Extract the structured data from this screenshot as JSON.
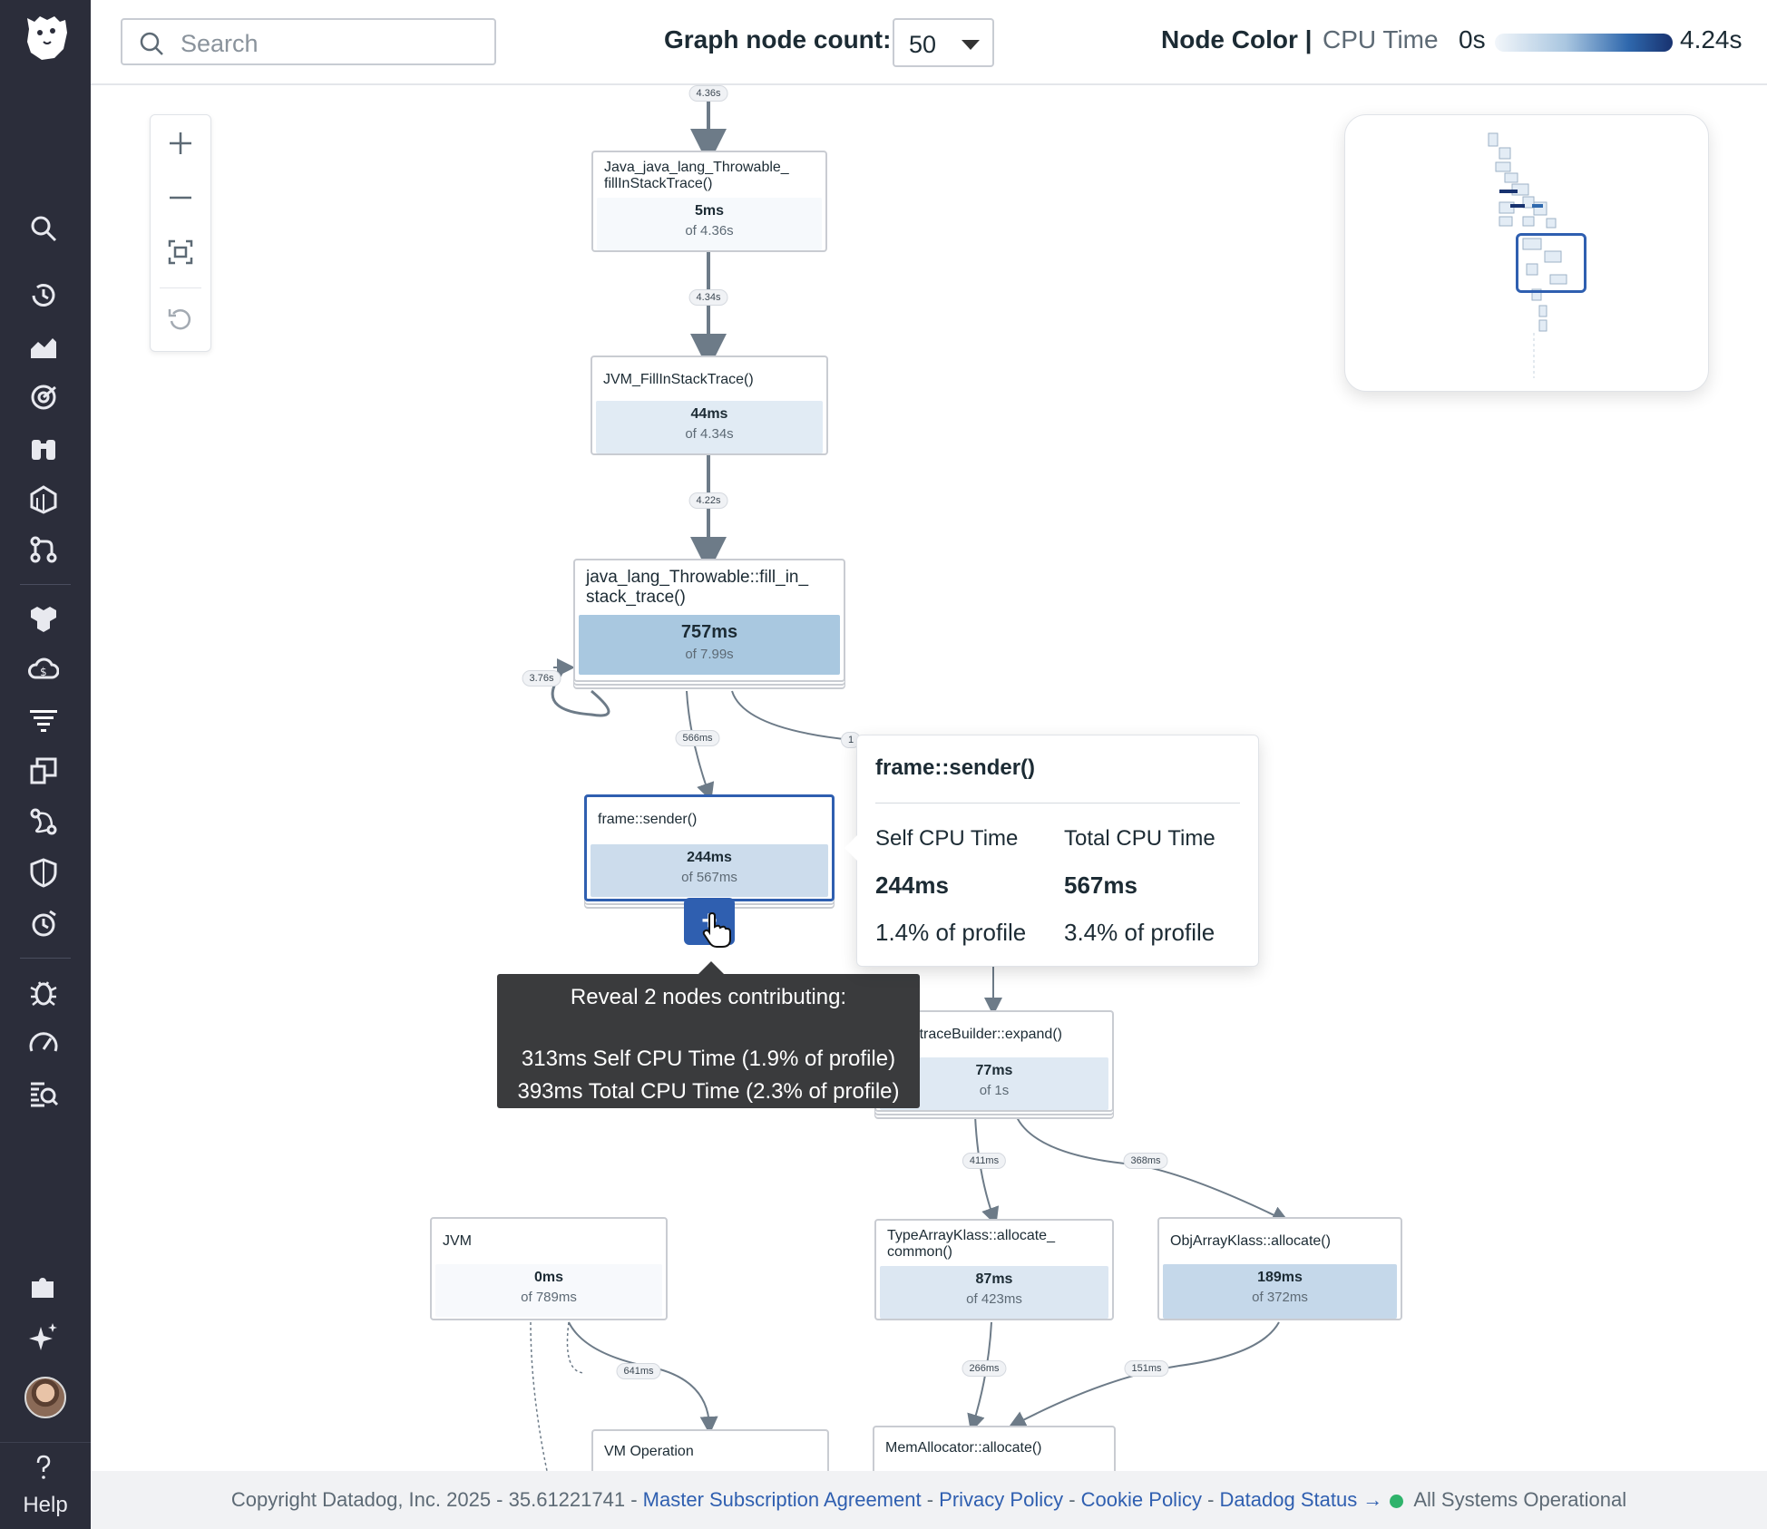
{
  "app": {
    "name": "Datadog"
  },
  "sidebar": {
    "items": [
      {
        "name": "search"
      },
      {
        "name": "history"
      },
      {
        "name": "dashboards"
      },
      {
        "name": "monitors"
      },
      {
        "name": "watchdog"
      },
      {
        "name": "infrastructure"
      },
      {
        "name": "ci"
      },
      {
        "name": "integrations"
      },
      {
        "name": "cloud-cost"
      },
      {
        "name": "apm"
      },
      {
        "name": "synthetics"
      },
      {
        "name": "service-map"
      },
      {
        "name": "security"
      },
      {
        "name": "rum"
      },
      {
        "name": "bug"
      },
      {
        "name": "performance"
      },
      {
        "name": "logs"
      },
      {
        "name": "extensions"
      },
      {
        "name": "bits-ai"
      }
    ],
    "help_label": "Help"
  },
  "toolbar": {
    "search_placeholder": "Search",
    "graph_node_count_label": "Graph node count:",
    "graph_node_count_value": "50",
    "node_color_label": "Node Color |",
    "node_color_metric": "CPU Time",
    "scale_min": "0s",
    "scale_max": "4.24s"
  },
  "nodes": [
    {
      "title": "Java_java_lang_Throwable_\nfillInStackTrace()",
      "self": "5ms",
      "total": "of 4.36s",
      "color": "#f6f9fc"
    },
    {
      "title": "JVM_FillInStackTrace()",
      "self": "44ms",
      "total": "of 4.34s",
      "color": "#e1ebf4"
    },
    {
      "title": "java_lang_Throwable::fill_in_\nstack_trace()",
      "self": "757ms",
      "total": "of 7.99s",
      "color": "#a9c8e0"
    },
    {
      "title": "frame::sender()",
      "self": "244ms",
      "total": "of 567ms",
      "color": "#ccdcec"
    },
    {
      "title": "BacktraceBuilder::expand()",
      "self": "77ms",
      "total": "of 1s",
      "color": "#dfe9f3"
    },
    {
      "title": "JVM",
      "self": "0ms",
      "total": "of 789ms",
      "color": "#f7f9fc"
    },
    {
      "title": "TypeArrayKlass::allocate_\ncommon()",
      "self": "87ms",
      "total": "of 423ms",
      "color": "#dce7f2"
    },
    {
      "title": "ObjArrayKlass::allocate()",
      "self": "189ms",
      "total": "of 372ms",
      "color": "#c5d8ea"
    },
    {
      "title": "VM Operation"
    },
    {
      "title": "MemAllocator::allocate()"
    }
  ],
  "edges": [
    "4.36s",
    "4.34s",
    "4.22s",
    "3.76s",
    "566ms",
    "1",
    "411ms",
    "368ms",
    "641ms",
    "266ms",
    "151ms"
  ],
  "expand_tooltip": {
    "heading": "Reveal 2 nodes contributing:",
    "line1": "313ms Self CPU Time (1.9% of profile)",
    "line2": "393ms Total CPU Time (2.3% of profile)"
  },
  "info_tooltip": {
    "title": "frame::sender()",
    "self_label": "Self CPU Time",
    "total_label": "Total CPU Time",
    "self_value": "244ms",
    "total_value": "567ms",
    "self_pct": "1.4% of profile",
    "total_pct": "3.4% of profile"
  },
  "footer": {
    "copyright": "Copyright Datadog, Inc. 2025 - 35.61221741 -",
    "msa": "Master Subscription Agreement",
    "privacy": "Privacy Policy",
    "cookie": "Cookie Policy",
    "status_link": "Datadog Status →",
    "status_text": "All Systems Operational",
    "sep": "-"
  }
}
